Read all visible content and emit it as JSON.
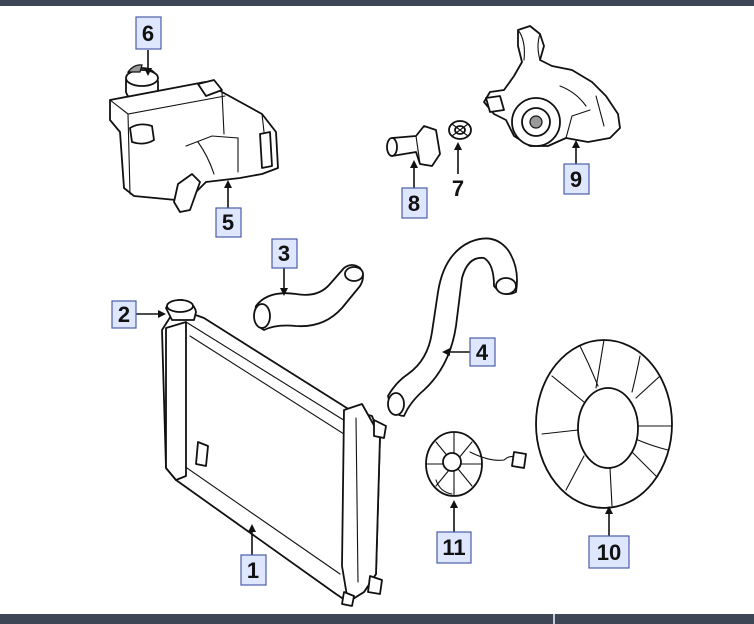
{
  "callouts": [
    {
      "id": "1",
      "text": "1"
    },
    {
      "id": "2",
      "text": "2"
    },
    {
      "id": "3",
      "text": "3"
    },
    {
      "id": "4",
      "text": "4"
    },
    {
      "id": "5",
      "text": "5"
    },
    {
      "id": "6",
      "text": "6"
    },
    {
      "id": "7",
      "text": "7"
    },
    {
      "id": "8",
      "text": "8"
    },
    {
      "id": "9",
      "text": "9"
    },
    {
      "id": "10",
      "text": "10"
    },
    {
      "id": "11",
      "text": "11"
    }
  ],
  "colors": {
    "callout_fill": "#dfe7ff",
    "callout_border": "#4a5ea8",
    "frame": "#3c4654"
  }
}
